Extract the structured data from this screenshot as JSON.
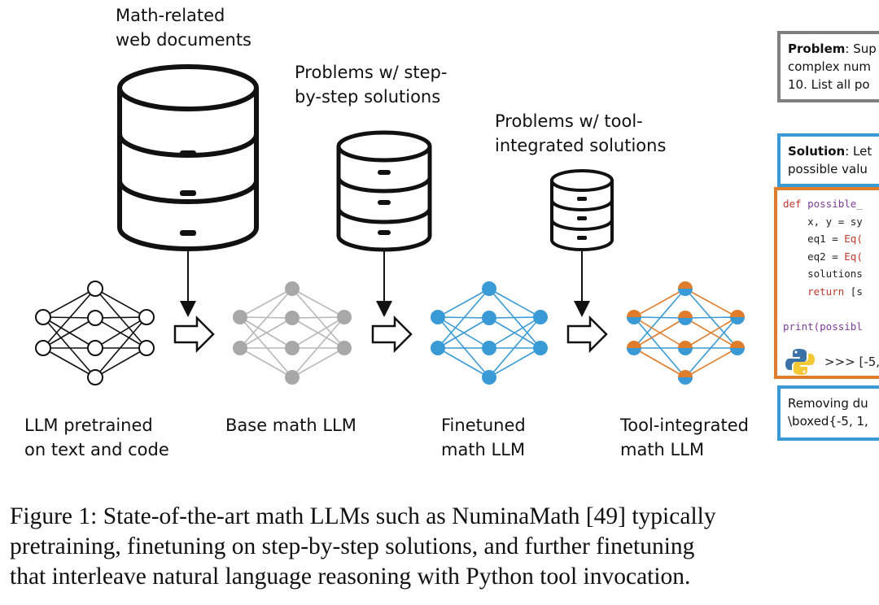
{
  "labels": {
    "web_docs": "Math-related\nweb documents",
    "step_problems": "Problems w/ step-\nby-step solutions",
    "tool_problems": "Problems w/ tool-\nintegrated solutions",
    "llm_pretrained": "LLM  pretrained\non text and code",
    "base_math": "Base math LLM",
    "finetuned": "Finetuned\nmath LLM",
    "tool_integrated": "Tool-integrated\nmath LLM"
  },
  "problem_box": {
    "label": "Problem",
    "line1": ": Sup",
    "line2": "complex num",
    "line3": "10. List all po"
  },
  "solution_box": {
    "label": "Solution",
    "line1": ": Let",
    "line2": "possible valu"
  },
  "code_box": {
    "l1_kw": "def",
    "l1_rest": " possible_",
    "l2": "    x, y = sy",
    "l3a": "    eq1 = ",
    "l3b": "Eq(",
    "l4a": "    eq2 = ",
    "l4b": "Eq(",
    "l5": "    solutions",
    "l6_kw": "    return",
    "l6_rest": " [s",
    "l7": "print(possibl",
    "output": ">>> [-5,"
  },
  "answer_box": {
    "line1": "Removing du",
    "line2": "\\boxed{-5, 1,"
  },
  "caption": {
    "line1": "Figure 1: State-of-the-art math LLMs such as NuminaMath [49] typically",
    "line2": "pretraining, finetuning on step-by-step solutions, and further finetuning",
    "line3": "that interleave natural language reasoning with Python tool invocation."
  },
  "colors": {
    "black_net": "#111111",
    "gray_net": "#a8a8a8",
    "blue_net": "#3a9ad6",
    "orange_net": "#e07d2c",
    "box_gray": "#808080",
    "box_blue": "#3a9ad6",
    "box_orange": "#e07d2c"
  },
  "icons": [
    "database-icon",
    "neural-network-icon",
    "arrow-right-icon",
    "python-icon"
  ]
}
